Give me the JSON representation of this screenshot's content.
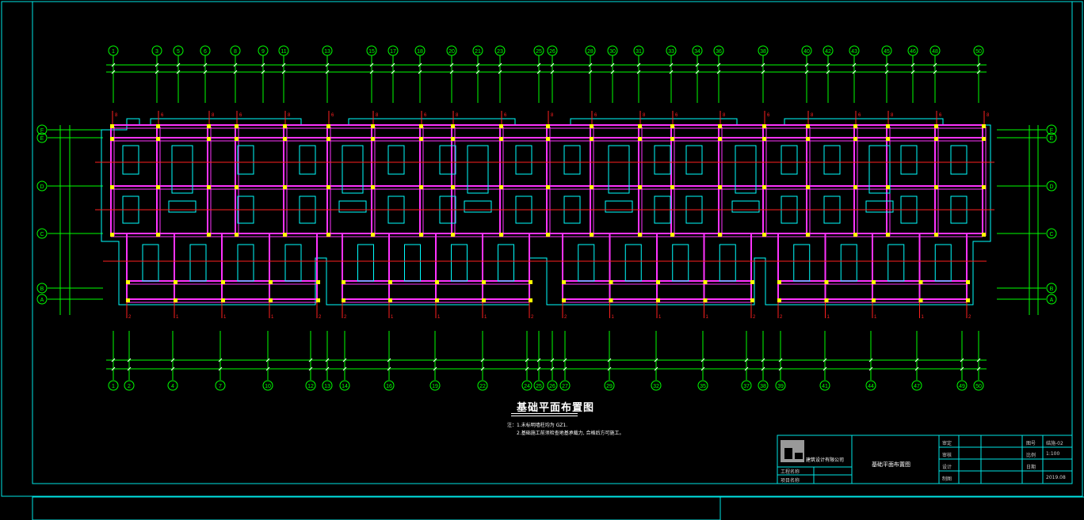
{
  "drawing": {
    "title": "基础平面布置图",
    "notes": [
      "注：1.未标明墙柱均为 GZ1.",
      "2.基础施工前须检查地基承载力, 合格后方可施工。"
    ]
  },
  "axes": {
    "top_numbers": [
      "1",
      "3",
      "5",
      "6",
      "8",
      "9",
      "11",
      "13",
      "15",
      "17",
      "18",
      "20",
      "21",
      "23",
      "25",
      "26",
      "28",
      "30",
      "31",
      "33",
      "34",
      "36",
      "38",
      "40",
      "42",
      "43",
      "45",
      "46",
      "48",
      "50"
    ],
    "bottom_numbers": [
      "1",
      "2",
      "4",
      "7",
      "10",
      "12",
      "13",
      "14",
      "16",
      "19",
      "22",
      "24",
      "25",
      "26",
      "27",
      "29",
      "32",
      "35",
      "37",
      "38",
      "39",
      "41",
      "44",
      "47",
      "49",
      "50"
    ],
    "letters": [
      "F",
      "E",
      "D",
      "C",
      "B",
      "A"
    ]
  },
  "title_block": {
    "company": "建筑设计有限公司",
    "drawing_name": "基础平面布置图",
    "rows_left": [
      "工程名称",
      "项目名称"
    ],
    "rows_mid": [
      "审定",
      "审核",
      "设计",
      "制图"
    ],
    "sheet_no": "结施-02",
    "labels_right": [
      "图号",
      "比例",
      "日期"
    ],
    "values_right": [
      "结施-02",
      "1:100",
      "2019.08"
    ]
  },
  "colors": {
    "frame": "#00e5e5",
    "axis_line": "#00ff00",
    "wall": "#ff33ff",
    "beam": "#ff2020",
    "footing": "#00ffff",
    "column": "#ffff00",
    "text": "#ffffff"
  }
}
